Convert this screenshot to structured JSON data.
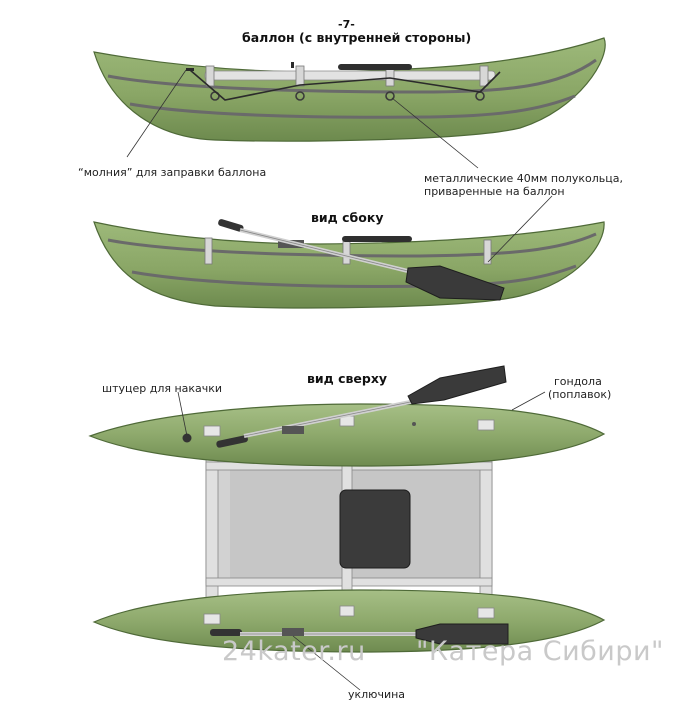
{
  "page_number": "-7-",
  "titles": {
    "inner_side": "баллон (с внутренней стороны)",
    "side_view": "вид сбоку",
    "top_view": "вид сверху"
  },
  "callouts": {
    "zipper": "“молния” для заправки баллона",
    "rings_line1": "металлические 40мм полукольца,",
    "rings_line2": "приваренные на баллон",
    "valve": "штуцер для накачки",
    "gondola_line1": "гондола",
    "gondola_line2": "(поплавок)",
    "oarlock": "уключина"
  },
  "watermark": {
    "site": "24kater.ru",
    "brand": "\"Катера Сибири\""
  },
  "colors": {
    "hull_green": "#8faa6c",
    "hull_dark": "#5f7a45",
    "seam": "#6f6f6f",
    "frame": "#d9d9d9",
    "deck": "#cfcfcf",
    "seat": "#3a3a3a",
    "oar": "#3b3b3b"
  }
}
